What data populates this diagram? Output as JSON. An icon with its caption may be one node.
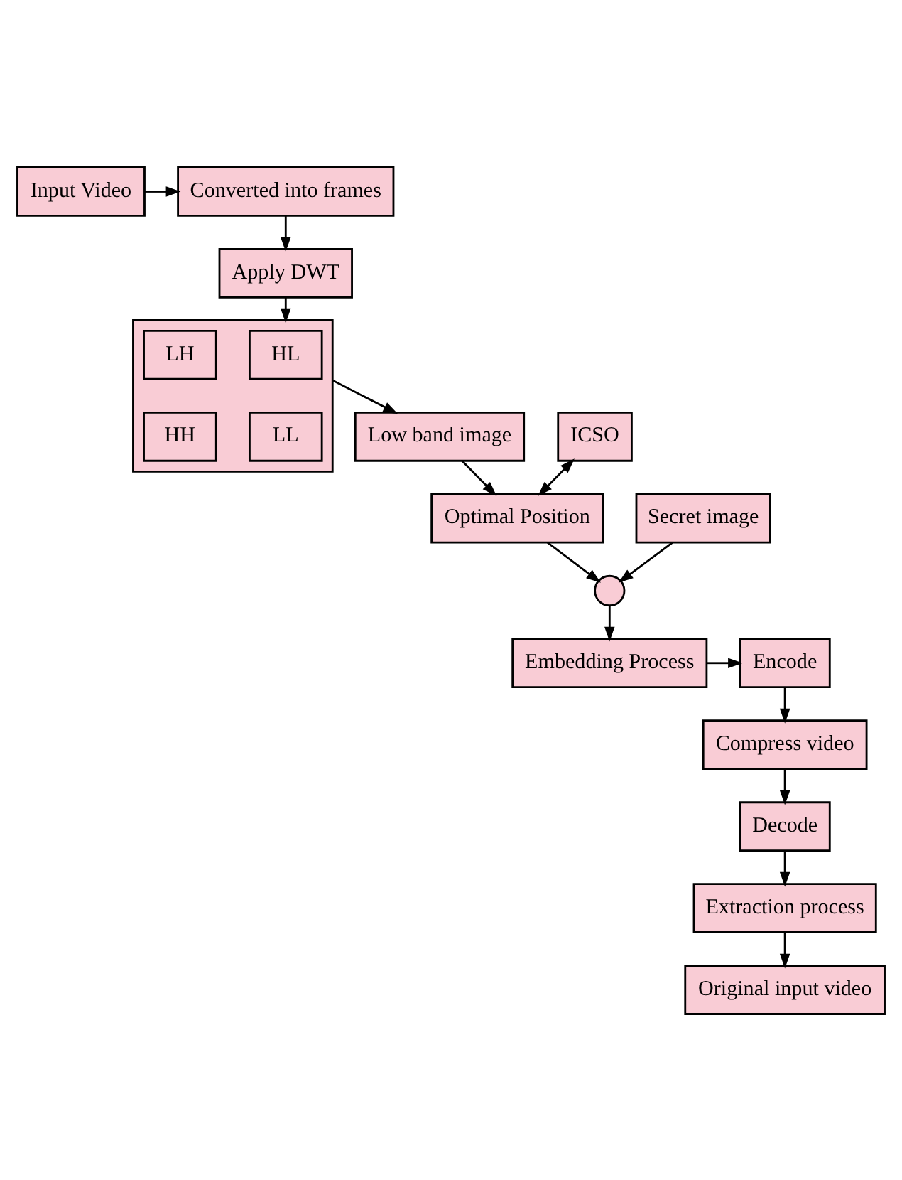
{
  "diagram": {
    "nodes": [
      {
        "text": [
          "Input Video"
        ]
      },
      {
        "text": [
          "Converted into frames"
        ]
      },
      {
        "text": [
          "Apply DWT"
        ]
      },
      {
        "text": [],
        "shape": "box"
      },
      {
        "text": [
          "HL"
        ],
        "in": 3
      },
      {
        "text": [
          "LH"
        ],
        "in": 3
      },
      {
        "text": [
          "LL"
        ],
        "in": 3
      },
      {
        "text": [
          "HH"
        ],
        "in": 3
      },
      {
        "text": [
          "Low band image"
        ]
      },
      {
        "text": [
          "Optimal Position"
        ]
      },
      {
        "text": [
          "ICSO"
        ]
      },
      {
        "text": [],
        "shape": "circle"
      },
      {
        "text": [
          "Secret image"
        ]
      },
      {
        "text": [
          "Embedding Process"
        ]
      },
      {
        "text": [
          "Encode"
        ]
      },
      {
        "text": [
          "Compress video"
        ]
      },
      {
        "text": [
          "Decode"
        ]
      },
      {
        "text": [
          "Extraction process"
        ]
      },
      {
        "text": [
          "Original input video"
        ]
      }
    ],
    "edges": [
      {
        "from": 0,
        "to": 1,
        "arrow": "to"
      },
      {
        "from": 1,
        "to": 2,
        "arrow": "to"
      },
      {
        "from": 2,
        "to": 3,
        "arrow": "to"
      },
      {
        "from": 3,
        "to": 8,
        "arrow": "to"
      },
      {
        "from": 8,
        "to": 9,
        "arrow": "to"
      },
      {
        "from": 10,
        "to": 9,
        "arrow": "both"
      },
      {
        "from": 9,
        "to": 11,
        "arrow": "to"
      },
      {
        "from": 12,
        "to": 11,
        "arrow": "to"
      },
      {
        "from": 11,
        "to": 13,
        "arrow": "to"
      },
      {
        "from": 13,
        "to": 14,
        "arrow": "to"
      },
      {
        "from": 14,
        "to": 15,
        "arrow": "to"
      },
      {
        "from": 15,
        "to": 16,
        "arrow": "to"
      },
      {
        "from": 16,
        "to": 17,
        "arrow": "to"
      },
      {
        "from": 17,
        "to": 18,
        "arrow": "to"
      }
    ]
  }
}
